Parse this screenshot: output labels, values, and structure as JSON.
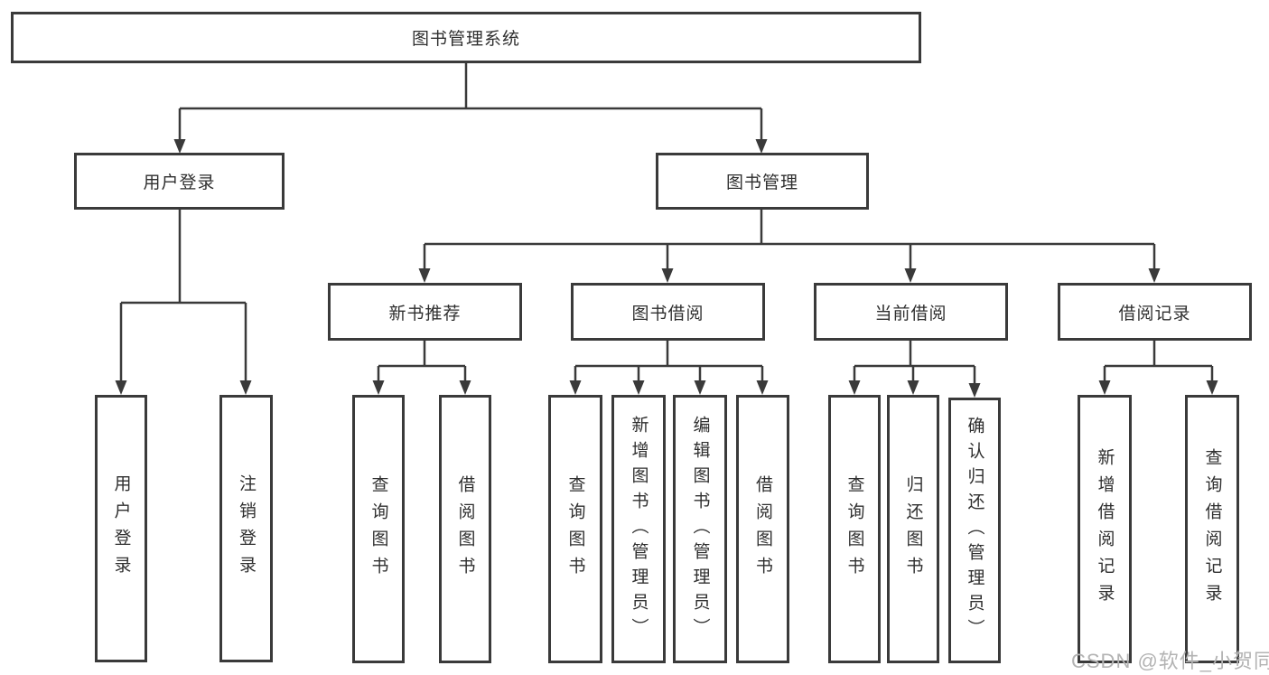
{
  "diagram": {
    "title_node": "图书管理系统",
    "level2": {
      "user_login": "用户登录",
      "book_mgmt": "图书管理"
    },
    "level3": {
      "new_book_rec": "新书推荐",
      "book_borrow": "图书借阅",
      "current_borrow": "当前借阅",
      "borrow_record": "借阅记录"
    },
    "leaves": {
      "user_login": [
        "用户登录",
        "注销登录"
      ],
      "new_book_rec": [
        "查询图书",
        "借阅图书"
      ],
      "book_borrow": [
        "查询图书",
        "新增图书（管理员）",
        "编辑图书（管理员）",
        "借阅图书"
      ],
      "current_borrow": [
        "查询图书",
        "归还图书",
        "确认归还（管理员）"
      ],
      "borrow_record": [
        "新增借阅记录",
        "查询借阅记录"
      ]
    }
  },
  "colors": {
    "line": "#3a3a3a",
    "border": "#3a3a3a",
    "text": "#2f2f2f",
    "watermark": "#b3b3b3"
  },
  "watermark": {
    "text": "CSDN @软件_小贺同学"
  }
}
